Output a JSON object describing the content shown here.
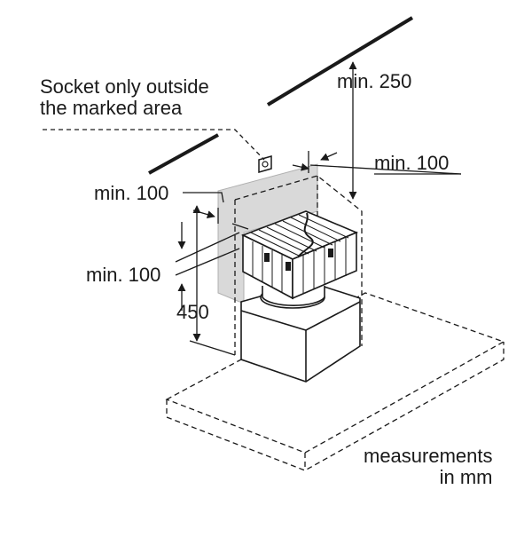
{
  "diagram": {
    "socket_note": {
      "line1": "Socket only outside",
      "line2": "the marked area"
    },
    "dimensions": {
      "top_clearance": "min. 250",
      "right_clearance": "min. 100",
      "left_clearance_top": "min. 100",
      "left_clearance_side": "min. 100",
      "height": "450"
    },
    "units_note": {
      "line1": "measurements",
      "line2": "in mm"
    },
    "colors": {
      "line": "#1a1a1a",
      "marked_area": "#d9d9d9"
    }
  }
}
